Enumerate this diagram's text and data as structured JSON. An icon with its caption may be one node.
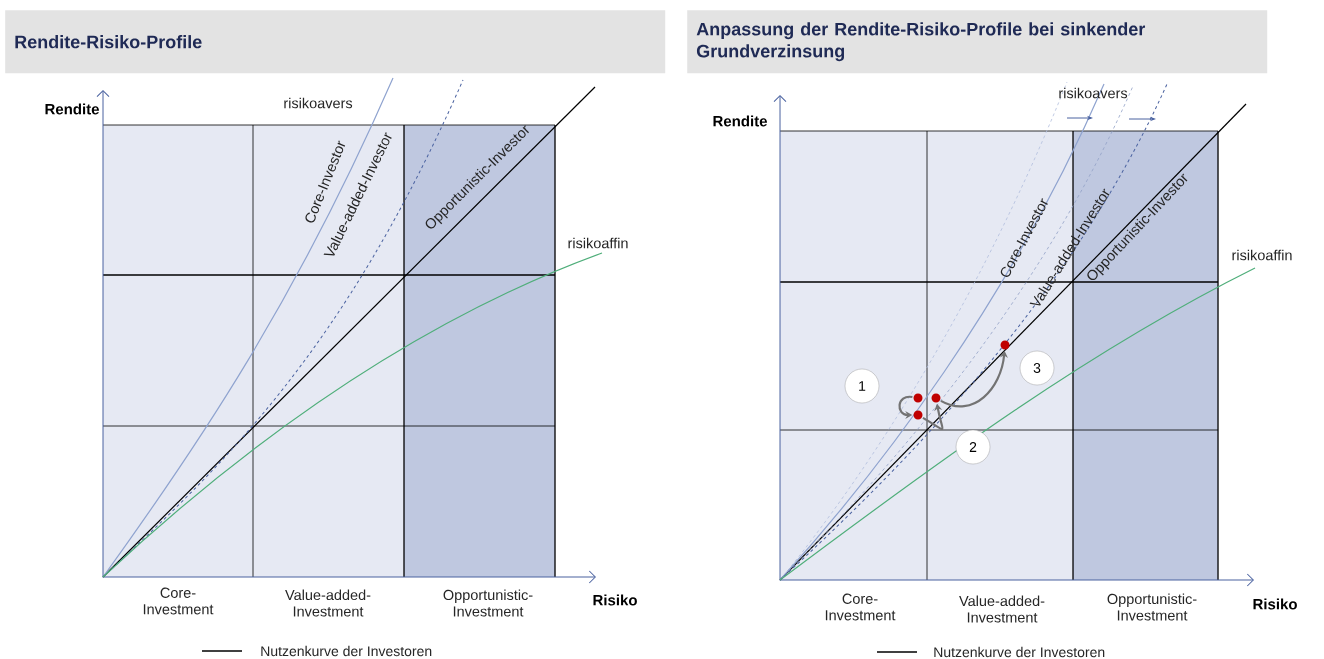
{
  "diagram": {
    "nodes": [
      {
        "text": [
          "Rendite-Risiko-Profile"
        ]
      },
      {
        "text": [
          "Anpassung der Rendite-Risiko-Profile bei sinkender Grundverzinsung"
        ]
      },
      {
        "text": [],
        "shape": "circle"
      },
      {
        "text": [
          "3"
        ]
      },
      {
        "text": [
          "1"
        ]
      },
      {
        "text": [],
        "shape": "circle"
      },
      {
        "text": [],
        "shape": "circle"
      },
      {
        "text": [],
        "shape": "circle"
      },
      {
        "text": [
          "2"
        ]
      }
    ],
    "edges": [
      {
        "from": 5,
        "to": 7,
        "arrow": "to"
      },
      {
        "from": 7,
        "to": 6,
        "arrow": "to"
      },
      {
        "from": 6,
        "to": 2,
        "arrow": "to"
      }
    ],
    "labels": [
      "Rendite",
      "risikoavers",
      "Core-Investor",
      "Value-added-Investor",
      "Opportunistic-Investor",
      "risikoaffin",
      "Core- Investment",
      "Value-added- Investment",
      "Opportunistic- Investment",
      "Risiko",
      "Rendite",
      "risikoavers",
      "Core-Investor",
      "Value-added-Investor",
      "Opportunistic-Investor",
      "risikoaffin",
      "Core- Investment",
      "Value-added- Investment",
      "Opportunistic- Investment",
      "Risiko"
    ],
    "legend": [
      {
        "text": "Nutzenkurve der Investoren"
      },
      {
        "text": "Nutzenkurve der Investoren"
      }
    ]
  }
}
